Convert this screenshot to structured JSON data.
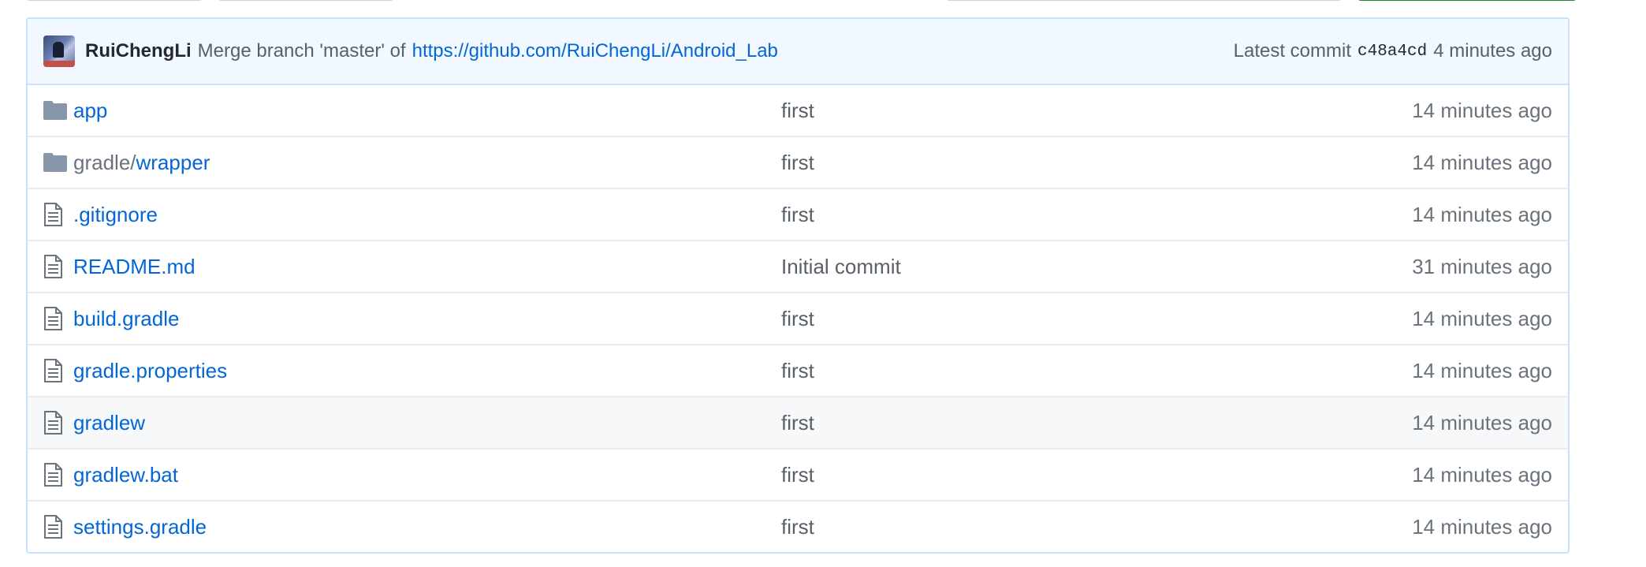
{
  "commit": {
    "author": "RuiChengLi",
    "message": "Merge branch 'master' of",
    "link": "https://github.com/RuiChengLi/Android_Lab",
    "latest_label": "Latest commit",
    "sha": "c48a4cd",
    "age": "4 minutes ago"
  },
  "files": [
    {
      "icon": "folder-icon",
      "prefix": "",
      "name": "app",
      "message": "first",
      "age": "14 minutes ago"
    },
    {
      "icon": "folder-icon",
      "prefix": "gradle/",
      "name": "wrapper",
      "message": "first",
      "age": "14 minutes ago"
    },
    {
      "icon": "file-icon",
      "prefix": "",
      "name": ".gitignore",
      "message": "first",
      "age": "14 minutes ago"
    },
    {
      "icon": "file-icon",
      "prefix": "",
      "name": "README.md",
      "message": "Initial commit",
      "age": "31 minutes ago"
    },
    {
      "icon": "file-icon",
      "prefix": "",
      "name": "build.gradle",
      "message": "first",
      "age": "14 minutes ago"
    },
    {
      "icon": "file-icon",
      "prefix": "",
      "name": "gradle.properties",
      "message": "first",
      "age": "14 minutes ago"
    },
    {
      "icon": "file-icon",
      "prefix": "",
      "name": "gradlew",
      "message": "first",
      "age": "14 minutes ago"
    },
    {
      "icon": "file-icon",
      "prefix": "",
      "name": "gradlew.bat",
      "message": "first",
      "age": "14 minutes ago"
    },
    {
      "icon": "file-icon",
      "prefix": "",
      "name": "settings.gradle",
      "message": "first",
      "age": "14 minutes ago"
    }
  ],
  "colors": {
    "link": "#0366d6",
    "commit_bg": "#f1f8ff",
    "border_blue": "#c8e1ff",
    "icon_gray": "#8796a8"
  }
}
